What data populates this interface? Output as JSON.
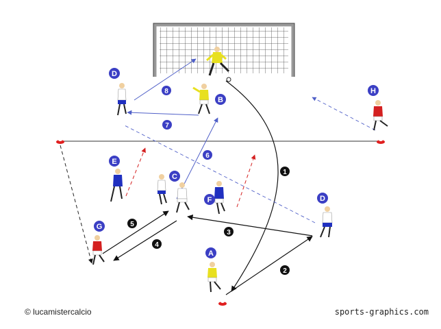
{
  "players": [
    {
      "id": "D",
      "label": "D",
      "team": "white-blue"
    },
    {
      "id": "B",
      "label": "B",
      "team": "yellow"
    },
    {
      "id": "H",
      "label": "H",
      "team": "red"
    },
    {
      "id": "E",
      "label": "E",
      "team": "blue"
    },
    {
      "id": "C",
      "label": "C",
      "team": "white-blue"
    },
    {
      "id": "F",
      "label": "F",
      "team": "blue"
    },
    {
      "id": "D2",
      "label": "D",
      "team": "white-blue"
    },
    {
      "id": "G",
      "label": "G",
      "team": "red"
    },
    {
      "id": "A",
      "label": "A",
      "team": "yellow"
    }
  ],
  "steps": [
    "1",
    "2",
    "3",
    "4",
    "5",
    "6",
    "7",
    "8"
  ],
  "footer": {
    "copyright": "© lucamistercalcio",
    "site": "sports-graphics.com"
  },
  "colors": {
    "label_circle": "#3b3fc4",
    "step_circle": "#111111",
    "pass_arrow": "#5060c8",
    "run_red": "#d42020",
    "run_black": "#222222",
    "cone": "#e02020"
  }
}
